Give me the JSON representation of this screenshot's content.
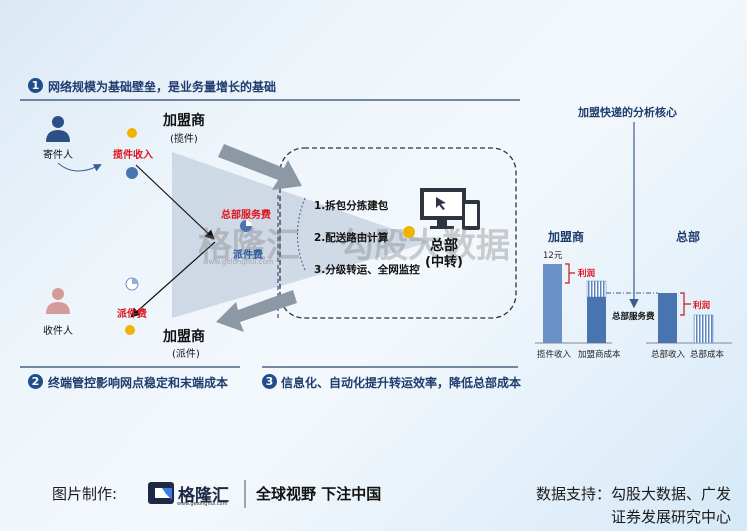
{
  "sections": [
    {
      "num": "1",
      "title": "网络规模为基础壁垒，是业务量增长的基础"
    },
    {
      "num": "2",
      "title": "终端管控影响网点稳定和末端成本"
    },
    {
      "num": "3",
      "title": "信息化、自动化提升转运效率，降低总部成本"
    }
  ],
  "flow": {
    "sender": "寄件人",
    "receiver": "收件人",
    "pickup_income": "揽件收入",
    "delivery_fee_left": "派件费",
    "franchisee_top": "加盟商",
    "franchisee_top_sub": "(揽件)",
    "franchisee_bottom": "加盟商",
    "franchisee_bottom_sub": "(派件)",
    "hq_service_fee": "总部服务费",
    "delivery_fee_mid": "派件费",
    "hq_steps": [
      "1.拆包分拣建包",
      "2.配送路由计算",
      "3.分级转运、全网监控"
    ],
    "hq_label": "总部",
    "hq_sub": "(中转)"
  },
  "analysis": {
    "title": "加盟快递的分析核心",
    "franchisee": "加盟商",
    "hq": "总部",
    "price": "12元",
    "profit1": "利润",
    "profit2": "利润",
    "hq_service_fee": "总部服务费",
    "bar_labels": [
      "揽件收入",
      "加盟商成本",
      "总部收入",
      "总部成本"
    ]
  },
  "watermark": {
    "left": "格隆汇",
    "url": "www.gelonghui.com",
    "right": "勾股大数据"
  },
  "footer": {
    "made_by": "图片制作:",
    "brand": "格隆汇",
    "brand_url": "www.gelonghui.com",
    "slogan": "全球视野 下注中国",
    "source_line1": "数据支持：勾股大数据、广发",
    "source_line2": "证券发展研究中心"
  },
  "colors": {
    "navy": "#1f3c6e",
    "red": "#e0141e",
    "bar": "#5b86c0",
    "bar_dark": "#4a74b0",
    "coin": "#f0b400"
  }
}
